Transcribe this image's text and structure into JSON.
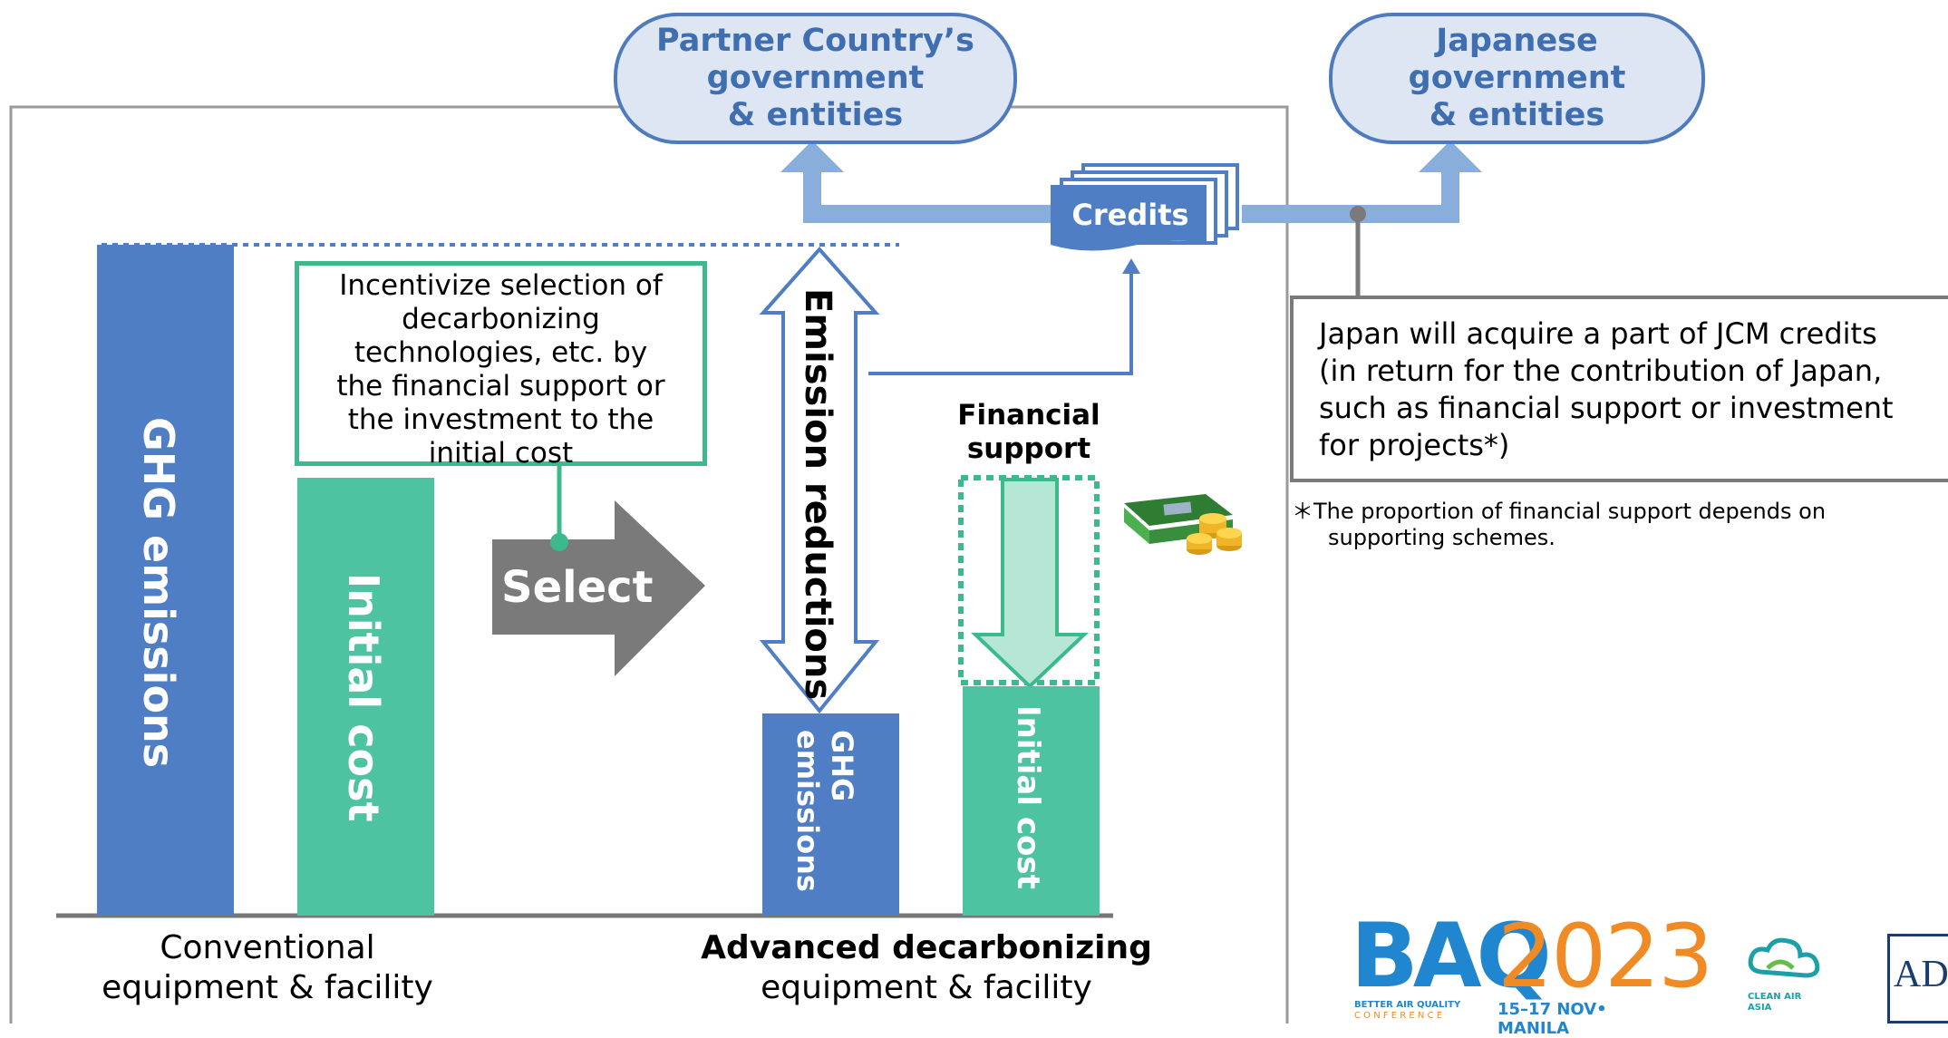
{
  "partner": {
    "line1": "Partner Country’s",
    "line2": "government",
    "line3": "& entities"
  },
  "japan": {
    "line1": "Japanese",
    "line2": "government",
    "line3": "& entities"
  },
  "credits_label": "Credits",
  "ghg_left": "GHG emissions",
  "initial_cost_left": "Initial cost",
  "incentive": {
    "lines": [
      "Incentivize selection of",
      "decarbonizing",
      "technologies, etc. by",
      "the financial support or",
      "the investment to the",
      "initial cost"
    ]
  },
  "select_label": "Select",
  "emission_reductions": "Emission reductions",
  "ghg_right": {
    "line1": "GHG",
    "line2": "emissions"
  },
  "financial_support": {
    "line1": "Financial",
    "line2": "support"
  },
  "initial_cost_right": "Initial cost",
  "conventional": {
    "line1": "Conventional",
    "line2": "equipment & facility"
  },
  "advanced": {
    "line1": "Advanced  decarbonizing",
    "line2": "equipment & facility"
  },
  "japan_note": {
    "line1": "Japan will acquire a part of JCM credits",
    "line2": "(in return for the contribution of Japan,",
    "line3": "such as financial support or investment",
    "line4": "for projects*)"
  },
  "footnote": {
    "line1": "＊The proportion of financial support depends on",
    "line2": "supporting schemes."
  },
  "logos": {
    "baq_letters": "BAQ",
    "baq_year": "2023",
    "baq_sub1": "BETTER AIR QUALITY",
    "baq_sub2": "C O N F E R E N C E",
    "baq_dates": "15–17 NOV• MANILA",
    "cleanair": "CLEAN AIR ASIA",
    "adb": "ADB"
  },
  "colors": {
    "blue_bar": "#4f7ec5",
    "green_bar": "#4ec3a2",
    "oval_fill": "#dde6f2",
    "oval_text": "#3f6fb0",
    "arrow_light": "#8aaedb",
    "select_arrow": "#7a7a7a"
  }
}
